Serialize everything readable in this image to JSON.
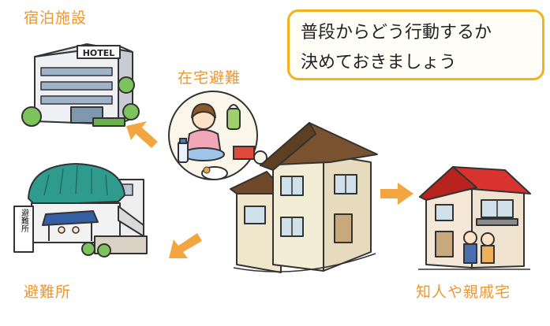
{
  "labels": {
    "hotel": "宿泊施設",
    "home_evacuation": "在宅避難",
    "shelter": "避難所",
    "relatives": "知人や親戚宅"
  },
  "callout": {
    "line1": "普段からどう行動するか",
    "line2": "決めておきましょう"
  },
  "signs": {
    "hotel": "HOTEL",
    "shelter": "避難所"
  },
  "colors": {
    "label": "#f0962a",
    "arrow": "#f3a640",
    "callout_border": "#f3b21f",
    "house_roof": "#7a5230",
    "house_wall": "#f2ead0",
    "relatives_roof": "#d8332e",
    "shelter_roof": "#2f9b8f"
  }
}
